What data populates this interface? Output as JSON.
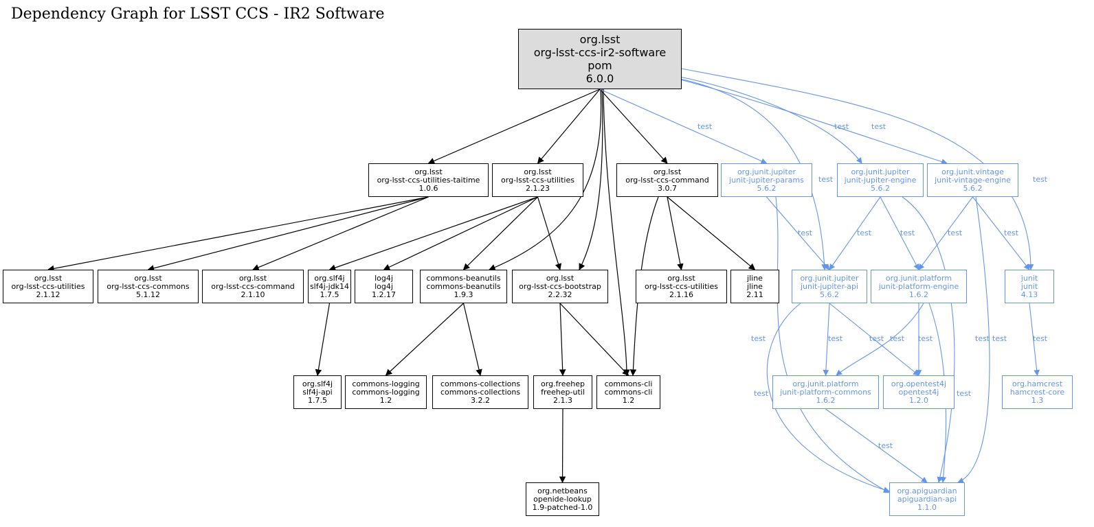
{
  "title": "Dependency Graph for LSST CCS - IR2 Software",
  "colors": {
    "compile": "#000000",
    "test": "#6495ed",
    "root_fill": "#dcdcdc"
  },
  "nodes": {
    "root": {
      "group": "org.lsst",
      "artifact": "org-lsst-ccs-ir2-software",
      "type": "pom",
      "version": "6.0.0",
      "scope": "root"
    },
    "taitime": {
      "group": "org.lsst",
      "artifact": "org-lsst-ccs-utilities-taitime",
      "version": "1.0.6",
      "scope": "compile"
    },
    "util2123": {
      "group": "org.lsst",
      "artifact": "org-lsst-ccs-utilities",
      "version": "2.1.23",
      "scope": "compile"
    },
    "cmd307": {
      "group": "org.lsst",
      "artifact": "org-lsst-ccs-command",
      "version": "3.0.7",
      "scope": "compile"
    },
    "jparams": {
      "group": "org.junit.jupiter",
      "artifact": "junit-jupiter-params",
      "version": "5.6.2",
      "scope": "test"
    },
    "jengine": {
      "group": "org.junit.jupiter",
      "artifact": "junit-jupiter-engine",
      "version": "5.6.2",
      "scope": "test"
    },
    "vengine": {
      "group": "org.junit.vintage",
      "artifact": "junit-vintage-engine",
      "version": "5.6.2",
      "scope": "test"
    },
    "util2112": {
      "group": "org.lsst",
      "artifact": "org-lsst-ccs-utilities",
      "version": "2.1.12",
      "scope": "compile"
    },
    "commons5112": {
      "group": "org.lsst",
      "artifact": "org-lsst-ccs-commons",
      "version": "5.1.12",
      "scope": "compile"
    },
    "cmd2110": {
      "group": "org.lsst",
      "artifact": "org-lsst-ccs-command",
      "version": "2.1.10",
      "scope": "compile"
    },
    "slf4jjdk": {
      "group": "org.slf4j",
      "artifact": "slf4j-jdk14",
      "version": "1.7.5",
      "scope": "compile"
    },
    "log4j": {
      "group": "log4j",
      "artifact": "log4j",
      "version": "1.2.17",
      "scope": "compile"
    },
    "beanutils": {
      "group": "commons-beanutils",
      "artifact": "commons-beanutils",
      "version": "1.9.3",
      "scope": "compile"
    },
    "bootstrap": {
      "group": "org.lsst",
      "artifact": "org-lsst-ccs-bootstrap",
      "version": "2.2.32",
      "scope": "compile"
    },
    "util2116": {
      "group": "org.lsst",
      "artifact": "org-lsst-ccs-utilities",
      "version": "2.1.16",
      "scope": "compile"
    },
    "jline": {
      "group": "jline",
      "artifact": "jline",
      "version": "2.11",
      "scope": "compile"
    },
    "japi": {
      "group": "org.junit.jupiter",
      "artifact": "junit-jupiter-api",
      "version": "5.6.2",
      "scope": "test"
    },
    "pengine": {
      "group": "org.junit.platform",
      "artifact": "junit-platform-engine",
      "version": "1.6.2",
      "scope": "test"
    },
    "junit": {
      "group": "junit",
      "artifact": "junit",
      "version": "4.13",
      "scope": "test"
    },
    "slf4japi": {
      "group": "org.slf4j",
      "artifact": "slf4j-api",
      "version": "1.7.5",
      "scope": "compile"
    },
    "clogging": {
      "group": "commons-logging",
      "artifact": "commons-logging",
      "version": "1.2",
      "scope": "compile"
    },
    "ccoll": {
      "group": "commons-collections",
      "artifact": "commons-collections",
      "version": "3.2.2",
      "scope": "compile"
    },
    "freehep": {
      "group": "org.freehep",
      "artifact": "freehep-util",
      "version": "2.1.3",
      "scope": "compile"
    },
    "ccli": {
      "group": "commons-cli",
      "artifact": "commons-cli",
      "version": "1.2",
      "scope": "compile"
    },
    "pcommons": {
      "group": "org.junit.platform",
      "artifact": "junit-platform-commons",
      "version": "1.6.2",
      "scope": "test"
    },
    "opentest4j": {
      "group": "org.opentest4j",
      "artifact": "opentest4j",
      "version": "1.2.0",
      "scope": "test"
    },
    "hamcrest": {
      "group": "org.hamcrest",
      "artifact": "hamcrest-core",
      "version": "1.3",
      "scope": "test"
    },
    "openide": {
      "group": "org.netbeans",
      "artifact": "openide-lookup",
      "version": "1.9-patched-1.0",
      "scope": "compile"
    },
    "apiguardian": {
      "group": "org.apiguardian",
      "artifact": "apiguardian-api",
      "version": "1.1.0",
      "scope": "test"
    }
  },
  "edge_label": "test",
  "edges": [
    {
      "from": "root",
      "to": "taitime",
      "scope": "compile"
    },
    {
      "from": "root",
      "to": "util2123",
      "scope": "compile"
    },
    {
      "from": "root",
      "to": "beanutils",
      "scope": "compile"
    },
    {
      "from": "root",
      "to": "bootstrap",
      "scope": "compile"
    },
    {
      "from": "root",
      "to": "ccli",
      "scope": "compile"
    },
    {
      "from": "root",
      "to": "cmd307",
      "scope": "compile"
    },
    {
      "from": "root",
      "to": "jparams",
      "scope": "test",
      "label": "test"
    },
    {
      "from": "root",
      "to": "japi",
      "scope": "test",
      "label": "test"
    },
    {
      "from": "root",
      "to": "jengine",
      "scope": "test",
      "label": "test"
    },
    {
      "from": "root",
      "to": "vengine",
      "scope": "test",
      "label": "test"
    },
    {
      "from": "root",
      "to": "junit",
      "scope": "test",
      "label": "test"
    },
    {
      "from": "taitime",
      "to": "util2112",
      "scope": "compile"
    },
    {
      "from": "taitime",
      "to": "commons5112",
      "scope": "compile"
    },
    {
      "from": "taitime",
      "to": "cmd2110",
      "scope": "compile"
    },
    {
      "from": "util2123",
      "to": "slf4jjdk",
      "scope": "compile"
    },
    {
      "from": "util2123",
      "to": "log4j",
      "scope": "compile"
    },
    {
      "from": "util2123",
      "to": "beanutils",
      "scope": "compile"
    },
    {
      "from": "util2123",
      "to": "bootstrap",
      "scope": "compile"
    },
    {
      "from": "cmd307",
      "to": "ccli",
      "scope": "compile"
    },
    {
      "from": "cmd307",
      "to": "util2116",
      "scope": "compile"
    },
    {
      "from": "cmd307",
      "to": "jline",
      "scope": "compile"
    },
    {
      "from": "jparams",
      "to": "japi",
      "scope": "test",
      "label": "test"
    },
    {
      "from": "jparams",
      "to": "apiguardian",
      "scope": "test",
      "label": "test"
    },
    {
      "from": "jengine",
      "to": "japi",
      "scope": "test",
      "label": "test"
    },
    {
      "from": "jengine",
      "to": "pengine",
      "scope": "test",
      "label": "test"
    },
    {
      "from": "jengine",
      "to": "apiguardian",
      "scope": "test",
      "label": "test"
    },
    {
      "from": "vengine",
      "to": "pengine",
      "scope": "test",
      "label": "test"
    },
    {
      "from": "vengine",
      "to": "junit",
      "scope": "test",
      "label": "test"
    },
    {
      "from": "vengine",
      "to": "apiguardian",
      "scope": "test",
      "label": "test"
    },
    {
      "from": "slf4jjdk",
      "to": "slf4japi",
      "scope": "compile"
    },
    {
      "from": "beanutils",
      "to": "clogging",
      "scope": "compile"
    },
    {
      "from": "beanutils",
      "to": "ccoll",
      "scope": "compile"
    },
    {
      "from": "bootstrap",
      "to": "freehep",
      "scope": "compile"
    },
    {
      "from": "bootstrap",
      "to": "ccli",
      "scope": "compile"
    },
    {
      "from": "japi",
      "to": "pcommons",
      "scope": "test",
      "label": "test"
    },
    {
      "from": "japi",
      "to": "opentest4j",
      "scope": "test",
      "label": "test"
    },
    {
      "from": "japi",
      "to": "apiguardian",
      "scope": "test",
      "label": "test"
    },
    {
      "from": "pengine",
      "to": "pcommons",
      "scope": "test",
      "label": "test"
    },
    {
      "from": "pengine",
      "to": "opentest4j",
      "scope": "test",
      "label": "test"
    },
    {
      "from": "pengine",
      "to": "apiguardian",
      "scope": "test",
      "label": "test"
    },
    {
      "from": "junit",
      "to": "hamcrest",
      "scope": "test",
      "label": "test"
    },
    {
      "from": "freehep",
      "to": "openide",
      "scope": "compile"
    },
    {
      "from": "pcommons",
      "to": "apiguardian",
      "scope": "test",
      "label": "test"
    }
  ]
}
